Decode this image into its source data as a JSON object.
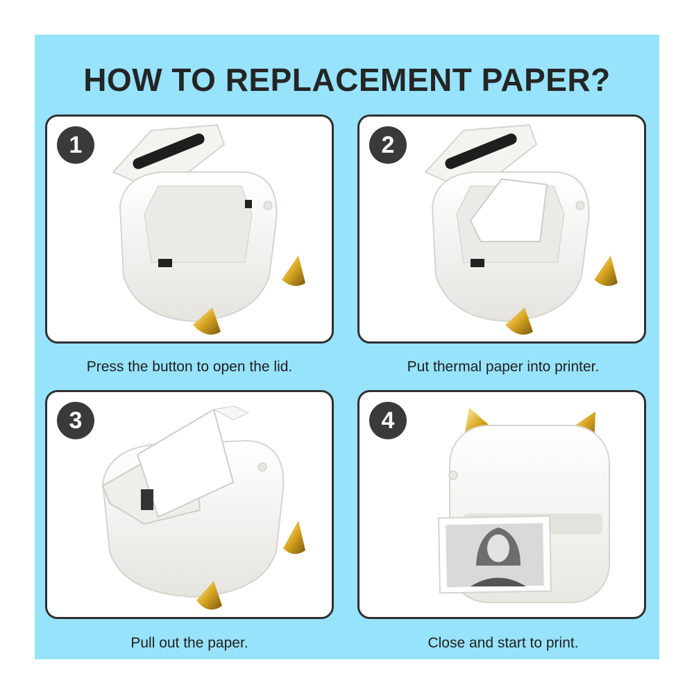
{
  "title": "HOW TO REPLACEMENT PAPER?",
  "steps": [
    {
      "number": "1",
      "caption": "Press the button to open the lid."
    },
    {
      "number": "2",
      "caption": "Put thermal paper into printer."
    },
    {
      "number": "3",
      "caption": "Pull out the paper."
    },
    {
      "number": "4",
      "caption": "Close and start to print."
    }
  ],
  "colors": {
    "background": "#97e3fb",
    "panel_border": "#2f2f2f",
    "badge": "#3a3a3a",
    "printer_body": "#f2f1ee",
    "gold_ears": "#d8a520"
  }
}
